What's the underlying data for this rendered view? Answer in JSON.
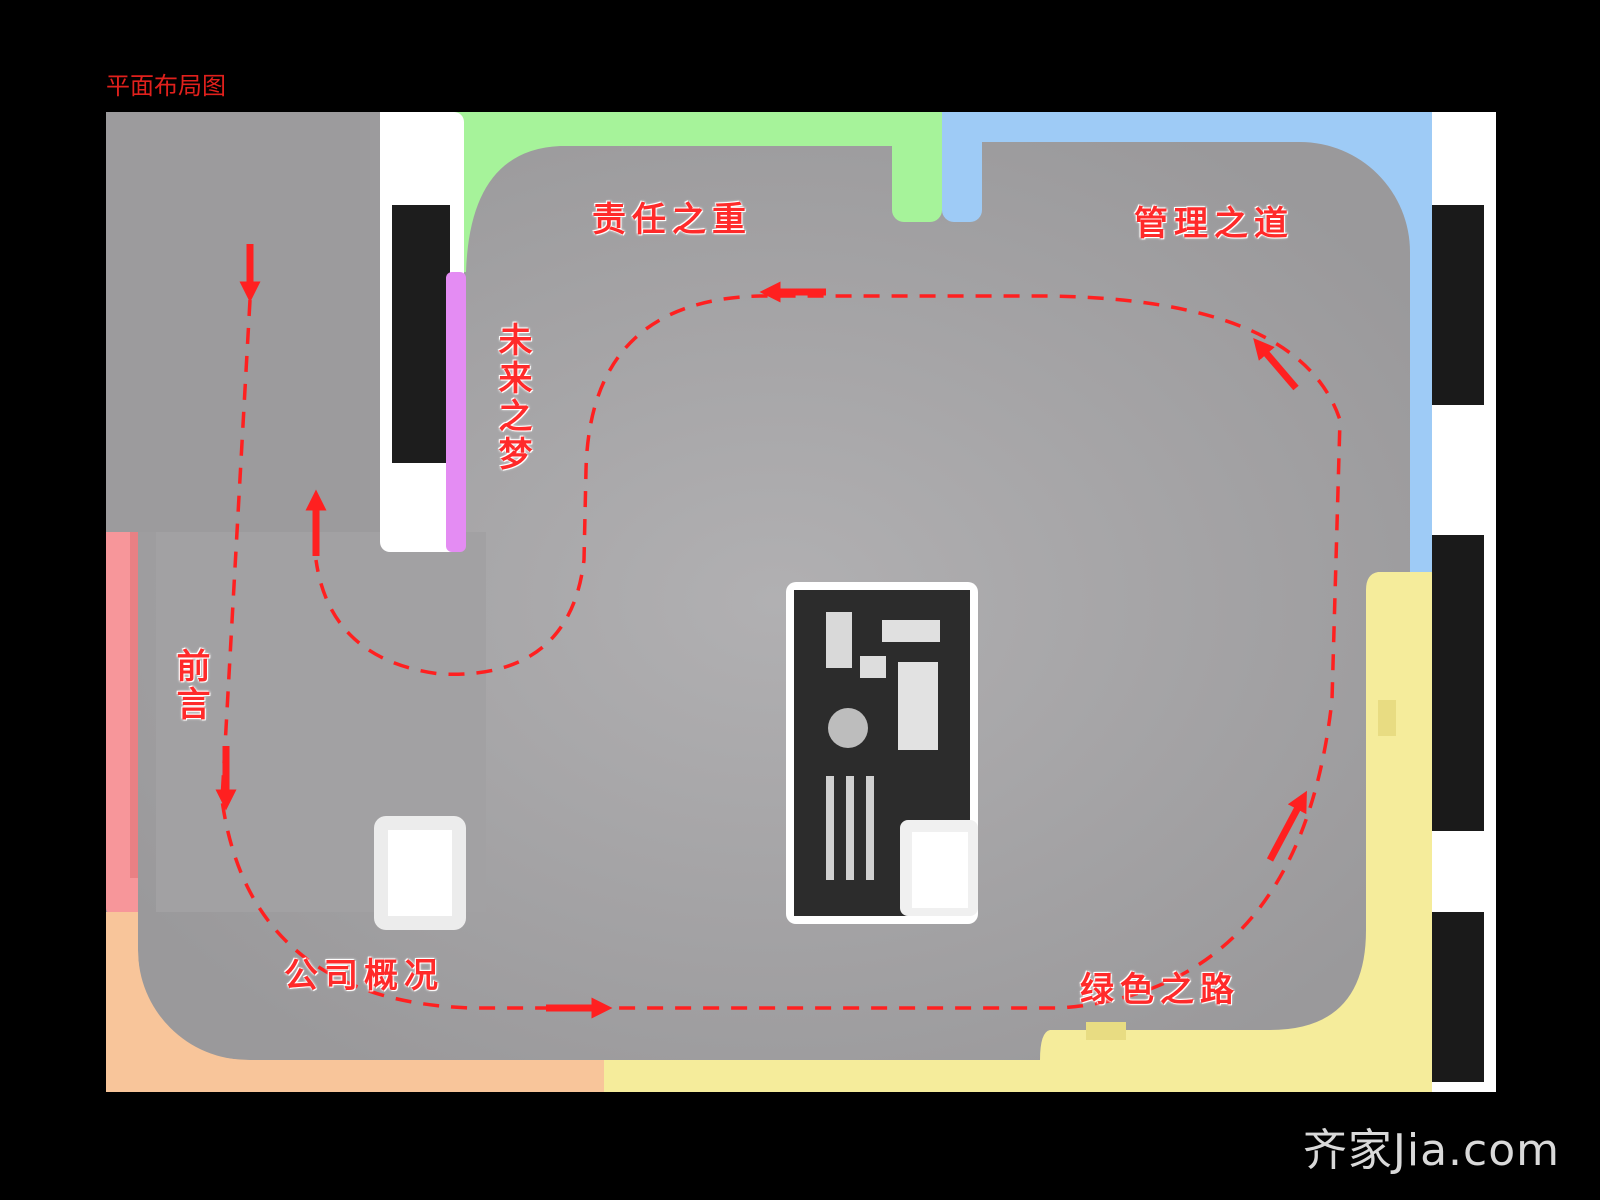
{
  "title": "平面布局图",
  "zones": {
    "responsibility": "责任之重",
    "management": "管理之道",
    "future_dream": "未来之梦",
    "preface": "前言",
    "company_overview": "公司概况",
    "green_road": "绿色之路"
  },
  "watermark": "齐家Jia.com",
  "colors": {
    "background": "#000000",
    "floor": "#a3a3a3",
    "green_zone": "#a6f39a",
    "blue_zone": "#9ecbf6",
    "yellow_zone": "#f5ec9b",
    "orange_zone": "#f8c59a",
    "red_zone": "#f7969a",
    "purple_zone": "#e48cf3",
    "route": "#ff2020"
  }
}
